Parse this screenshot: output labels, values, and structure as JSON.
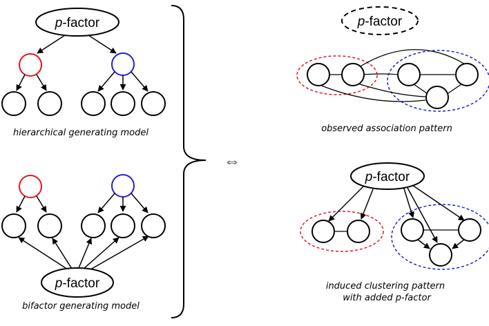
{
  "factor_label": {
    "prefix": "p",
    "suffix": "-factor"
  },
  "captions": {
    "hierarchical": "hierarchical generating model",
    "bifactor": "bifactor generating model",
    "observed": "observed association pattern",
    "induced_line1": "induced clustering pattern",
    "induced_line2_prefix": "with added ",
    "induced_line2_factor": "p-factor"
  },
  "equivalence_symbol": "⇔",
  "colors": {
    "red_cluster": "#e8141b",
    "blue_cluster": "#1f1fd6",
    "stroke": "#000000"
  }
}
